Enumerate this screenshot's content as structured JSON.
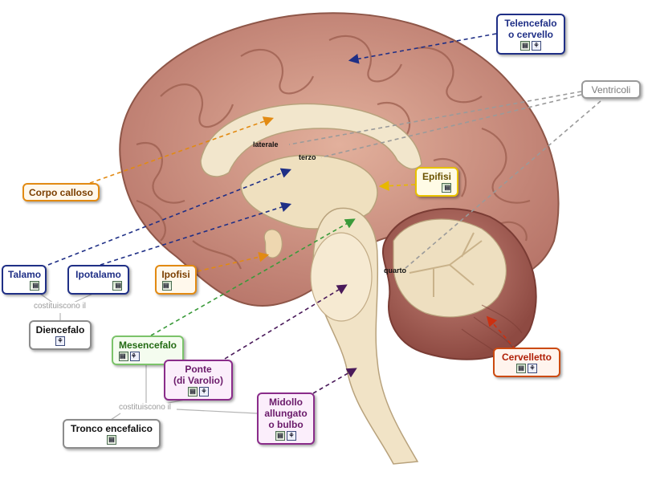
{
  "nodes": {
    "telencefalo": {
      "label": "Telencefalo\no cervello",
      "icons": [
        "doc-icon",
        "tree-icon"
      ]
    },
    "ventricoli": {
      "label": "Ventricoli",
      "icons": []
    },
    "corpo_calloso": {
      "label": "Corpo calloso",
      "icons": []
    },
    "epifisi": {
      "label": "Epifisi",
      "icons": [
        "doc-icon"
      ]
    },
    "talamo": {
      "label": "Talamo",
      "icons": [
        "doc-icon"
      ]
    },
    "ipotalamo": {
      "label": "Ipotalamo",
      "icons": [
        "doc-icon"
      ]
    },
    "ipofisi": {
      "label": "Ipofisi",
      "icons": [
        "doc-icon"
      ]
    },
    "diencefalo": {
      "label": "Diencefalo",
      "icons": [
        "tree-icon"
      ]
    },
    "mesencefalo": {
      "label": "Mesencefalo",
      "icons": [
        "doc-icon",
        "tree-icon"
      ]
    },
    "ponte": {
      "label": "Ponte\n(di Varolio)",
      "icons": [
        "doc-icon",
        "tree-icon"
      ]
    },
    "midollo": {
      "label": "Midollo\nallungato\no bulbo",
      "icons": [
        "doc-icon",
        "tree-icon"
      ]
    },
    "tronco": {
      "label": "Tronco encefalico",
      "icons": [
        "doc-icon"
      ]
    },
    "cervelletto": {
      "label": "Cervelletto",
      "icons": [
        "doc-icon",
        "tree-icon"
      ]
    }
  },
  "link_labels": {
    "diencefalo_link": "costituiscono il",
    "tronco_link": "costituiscono il"
  },
  "brain_labels": {
    "laterale": "laterale",
    "terzo": "terzo",
    "quarto": "quarto"
  },
  "colors": {
    "navy": "#1f2f86",
    "orange": "#e28a12",
    "yellow": "#e8c200",
    "gray": "#9a9a9a",
    "green": "#3a9a3a",
    "purple": "#4a1a5a",
    "red": "#cc3010",
    "brain": "#d49a85",
    "brain_dark": "#a35c4c",
    "tissue": "#f1e3c6"
  }
}
